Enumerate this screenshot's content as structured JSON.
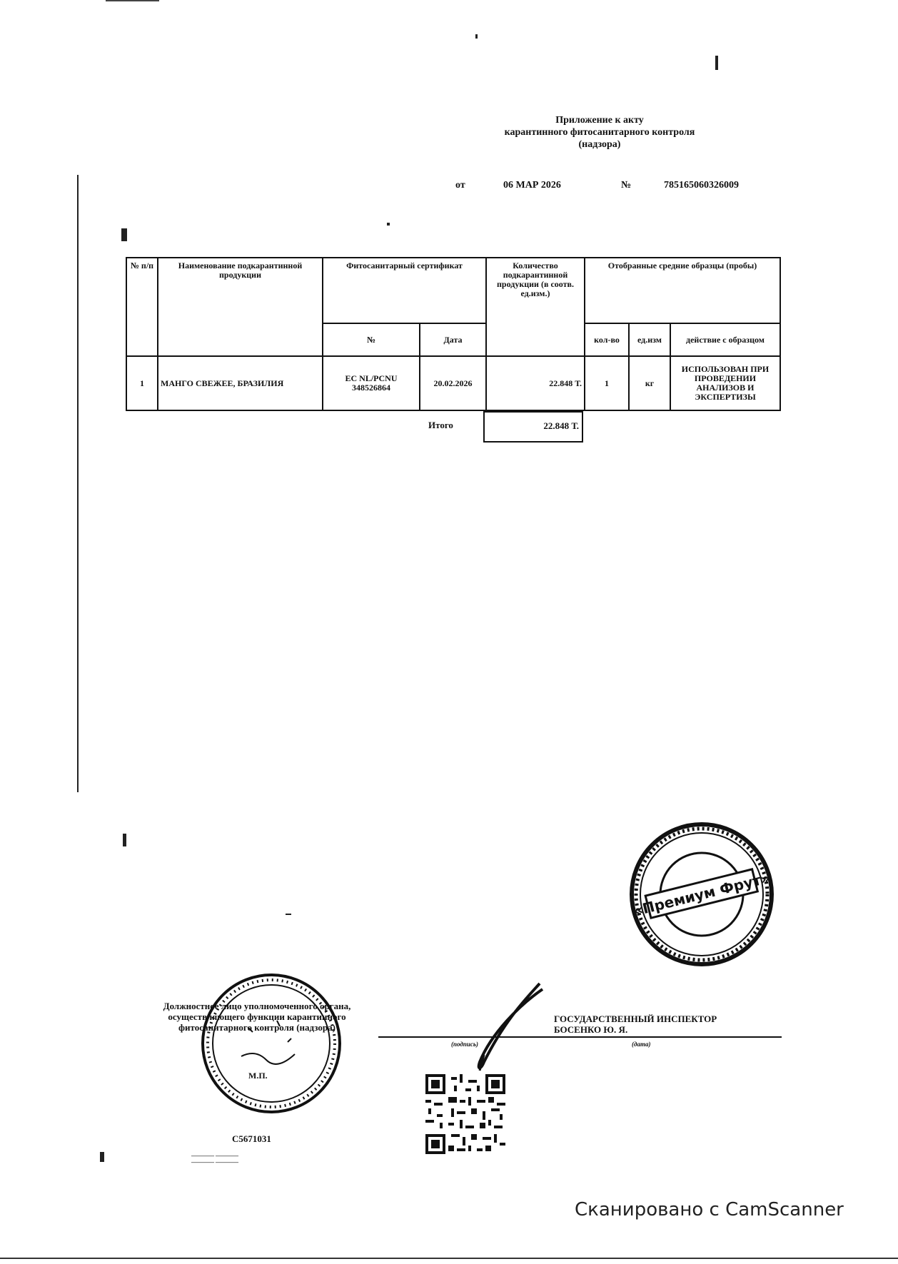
{
  "header": {
    "line1": "Приложение к акту",
    "line2": "карантинного фитосанитарного контроля",
    "line3": "(надзора)"
  },
  "ref": {
    "from_label": "от",
    "date": "06 МАР 2026",
    "number_label": "№",
    "number": "785165060326009"
  },
  "table": {
    "col_num": "№ п/п",
    "col_name": "Наименование подкарантинной продукции",
    "col_cert": "Фитосанитарный сертификат",
    "col_cert_no": "№",
    "col_cert_date": "Дата",
    "col_qty": "Количество подкарантинной продукции (в соотв. ед.изм.)",
    "col_samples": "Отобранные средние образцы (пробы)",
    "col_s_qty": "кол-во",
    "col_s_unit": "ед.изм",
    "col_s_action": "действие с образцом",
    "rows": [
      {
        "num": "1",
        "name": "МАНГО СВЕЖЕЕ, БРАЗИЛИЯ",
        "cert_no": "EC NL/PCNU 348526864",
        "cert_date": "20.02.2026",
        "qty": "22.848 Т.",
        "s_qty": "1",
        "s_unit": "кг",
        "s_action": "ИСПОЛЬЗОВАН ПРИ ПРОВЕДЕНИИ АНАЛИЗОВ И ЭКСПЕРТИЗЫ"
      }
    ],
    "total_label": "Итого",
    "total_value": "22.848 Т."
  },
  "stamp": {
    "center": "«Премиум Фрут»"
  },
  "signature_block": {
    "official_caption": "Должностное лицо уполномоченного органа, осуществляющего функции карантинного фитосанитарного контроля (надзора)",
    "sign_caption": "(подпись)",
    "date_caption": "(дата)",
    "inspector_title": "ГОСУДАРСТВЕННЫЙ ИНСПЕКТОР",
    "inspector_name": "БОСЕНКО Ю. Я.",
    "mp": "М.П.",
    "serial": "С5671031"
  },
  "footer": {
    "scanner": "Сканировано с CamScanner"
  },
  "colors": {
    "ink": "#111111",
    "paper": "#ffffff"
  }
}
